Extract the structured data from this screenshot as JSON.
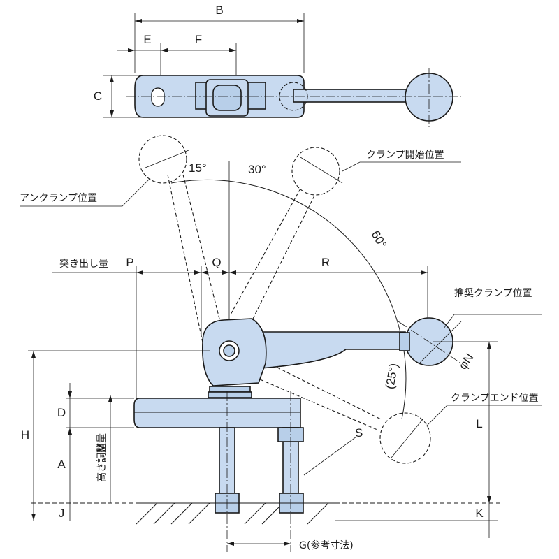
{
  "dimensions": {
    "B": "B",
    "E": "E",
    "F": "F",
    "C": "C",
    "P": "P",
    "Q": "Q",
    "R": "R",
    "H": "H",
    "D": "D",
    "A": "A",
    "M": "M",
    "J": "J",
    "L": "L",
    "K": "K",
    "S": "S",
    "N": "φN",
    "G": "G(参考寸法)"
  },
  "angles": {
    "a15": "15°",
    "a30": "30°",
    "a60": "60°",
    "a25": "(25°)"
  },
  "labels": {
    "unclamp_position": "アンクランプ位置",
    "clamp_start_position": "クランプ開始位置",
    "recommended_clamp_position": "推奨クランプ位置",
    "clamp_end_position": "クランプエンド位置",
    "protrusion_amount": "突き出し量",
    "height_adjustment": "高さ調整量"
  },
  "colors": {
    "part_fill": "#c8daf0",
    "line": "#1a1a1a"
  }
}
